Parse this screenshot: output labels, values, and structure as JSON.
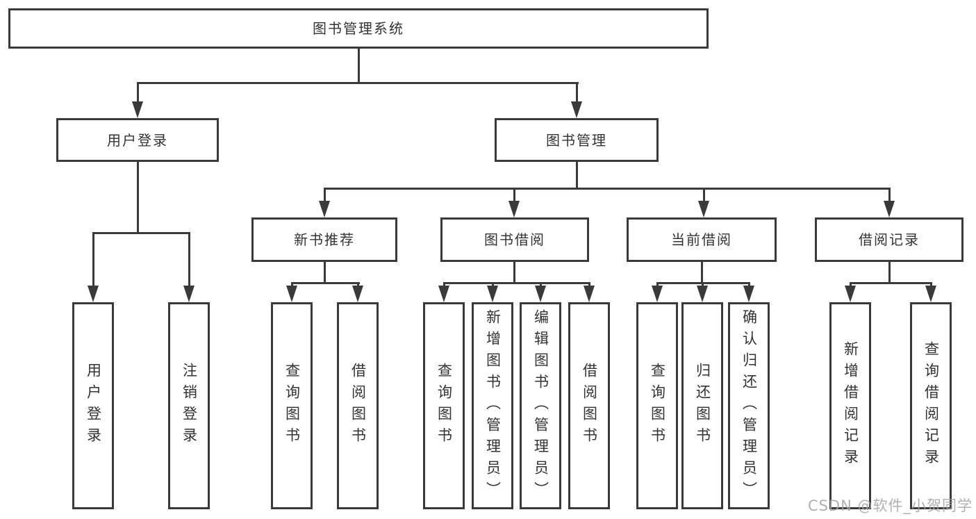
{
  "diagram": {
    "root": {
      "label": "图书管理系统"
    },
    "level2": [
      {
        "id": "user-login",
        "label": "用户登录"
      },
      {
        "id": "book-management",
        "label": "图书管理"
      }
    ],
    "level3": [
      {
        "id": "new-book-recommendation",
        "label": "新书推荐"
      },
      {
        "id": "book-borrowing",
        "label": "图书借阅"
      },
      {
        "id": "current-borrowing",
        "label": "当前借阅"
      },
      {
        "id": "borrowing-records",
        "label": "借阅记录"
      }
    ],
    "leaves": [
      {
        "parent": "user-login",
        "label": "用户登录"
      },
      {
        "parent": "user-login",
        "label": "注销登录"
      },
      {
        "parent": "new-book-recommendation",
        "label": "查询图书"
      },
      {
        "parent": "new-book-recommendation",
        "label": "借阅图书"
      },
      {
        "parent": "book-borrowing",
        "label": "查询图书"
      },
      {
        "parent": "book-borrowing",
        "label": "新增图书（管理员）"
      },
      {
        "parent": "book-borrowing",
        "label": "编辑图书（管理员）"
      },
      {
        "parent": "book-borrowing",
        "label": "借阅图书"
      },
      {
        "parent": "current-borrowing",
        "label": "查询图书"
      },
      {
        "parent": "current-borrowing",
        "label": "归还图书"
      },
      {
        "parent": "current-borrowing",
        "label": "确认归还（管理员）"
      },
      {
        "parent": "borrowing-records",
        "label": "新增借阅记录"
      },
      {
        "parent": "borrowing-records",
        "label": "查询借阅记录"
      }
    ]
  },
  "watermark": "CSDN @软件_小贺同学",
  "colors": {
    "line": "#3a3a3a",
    "text": "#333333",
    "watermark": "#a3a3a3",
    "background": "#ffffff"
  }
}
